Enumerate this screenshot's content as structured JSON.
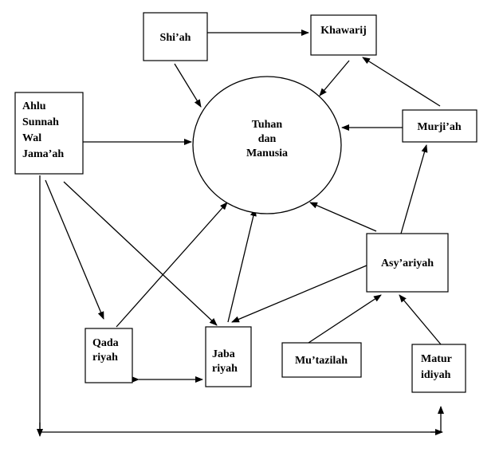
{
  "diagram": {
    "center": {
      "label_lines": [
        "Tuhan",
        "dan",
        "Manusia"
      ]
    },
    "nodes": {
      "shiah": {
        "lines": [
          "Shi’ah"
        ]
      },
      "khawarij": {
        "lines": [
          "Khawarij"
        ]
      },
      "ahlu": {
        "lines": [
          "Ahlu",
          "Sunnah",
          "Wal",
          "Jama’ah"
        ]
      },
      "murjiah": {
        "lines": [
          "Murji’ah"
        ]
      },
      "asyariyah": {
        "lines": [
          "Asy’ariyah"
        ]
      },
      "qadariyah": {
        "lines": [
          "Qada",
          "riyah"
        ]
      },
      "jabariyah": {
        "lines": [
          "Jaba",
          "riyah"
        ]
      },
      "mutazilah": {
        "lines": [
          "Mu’tazilah"
        ]
      },
      "maturidiyah": {
        "lines": [
          "Matur",
          "idiyah"
        ]
      }
    },
    "edges": [
      {
        "from": "shiah",
        "to": "khawarij",
        "type": "arrow"
      },
      {
        "from": "shiah",
        "to": "center",
        "type": "arrow"
      },
      {
        "from": "khawarij",
        "to": "center",
        "type": "arrow"
      },
      {
        "from": "murjiah",
        "to": "khawarij",
        "type": "arrow"
      },
      {
        "from": "murjiah",
        "to": "center",
        "type": "arrow"
      },
      {
        "from": "ahlu",
        "to": "center",
        "type": "arrow"
      },
      {
        "from": "ahlu",
        "to": "qadariyah",
        "type": "arrow"
      },
      {
        "from": "ahlu",
        "to": "jabariyah",
        "type": "arrow"
      },
      {
        "from": "ahlu",
        "to": "maturidiyah",
        "type": "elbow-arrow"
      },
      {
        "from": "asyariyah",
        "to": "center",
        "type": "arrow"
      },
      {
        "from": "asyariyah",
        "to": "murjiah",
        "type": "arrow"
      },
      {
        "from": "asyariyah",
        "to": "jabariyah",
        "type": "arrow"
      },
      {
        "from": "qadariyah",
        "to": "center",
        "type": "arrow"
      },
      {
        "from": "jabariyah",
        "to": "center",
        "type": "arrow"
      },
      {
        "from": "qadariyah",
        "to": "jabariyah",
        "type": "double-arrow"
      },
      {
        "from": "mutazilah",
        "to": "asyariyah",
        "type": "arrow"
      },
      {
        "from": "maturidiyah",
        "to": "asyariyah",
        "type": "arrow"
      }
    ]
  }
}
